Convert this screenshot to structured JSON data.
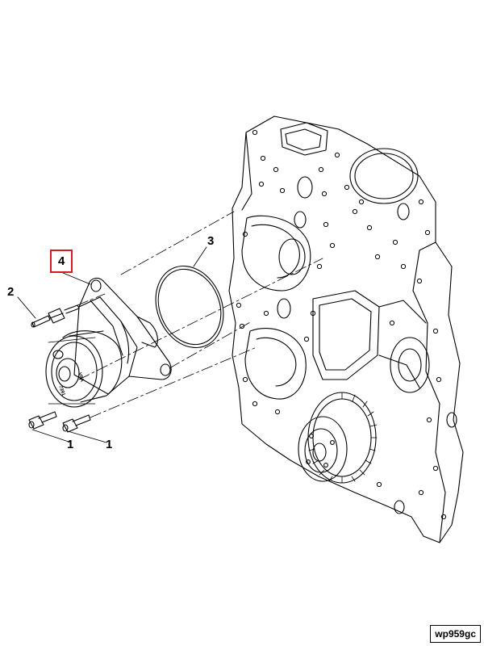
{
  "callouts": [
    {
      "label": "4",
      "highlighted": true,
      "part": "water-pump"
    },
    {
      "label": "3",
      "highlighted": false,
      "part": "o-ring-seal"
    },
    {
      "label": "2",
      "highlighted": false,
      "part": "stud-bolt"
    },
    {
      "label": "1",
      "highlighted": false,
      "part": "cap-screw"
    },
    {
      "label": "1",
      "highlighted": false,
      "part": "cap-screw"
    }
  ],
  "reference_code": "wp959gc",
  "colors": {
    "line": "#000000",
    "highlight": "#d71920",
    "background": "#ffffff"
  }
}
